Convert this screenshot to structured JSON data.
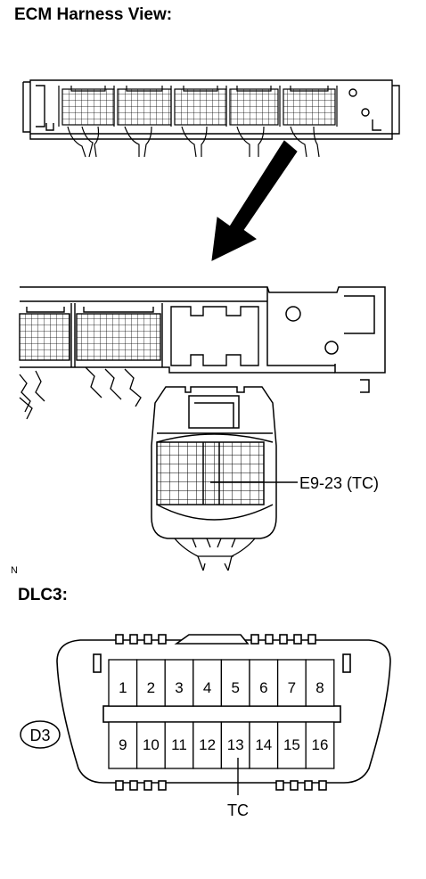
{
  "ecm": {
    "heading": "ECM Harness View:",
    "connector_callout": "E9-23 (TC)"
  },
  "figure_mark": "N",
  "dlc": {
    "heading": "DLC3:",
    "connector_label": "D3",
    "pins_top": [
      "1",
      "2",
      "3",
      "4",
      "5",
      "6",
      "7",
      "8"
    ],
    "pins_bottom": [
      "9",
      "10",
      "11",
      "12",
      "13",
      "14",
      "15",
      "16"
    ],
    "pin_callout": "TC"
  }
}
